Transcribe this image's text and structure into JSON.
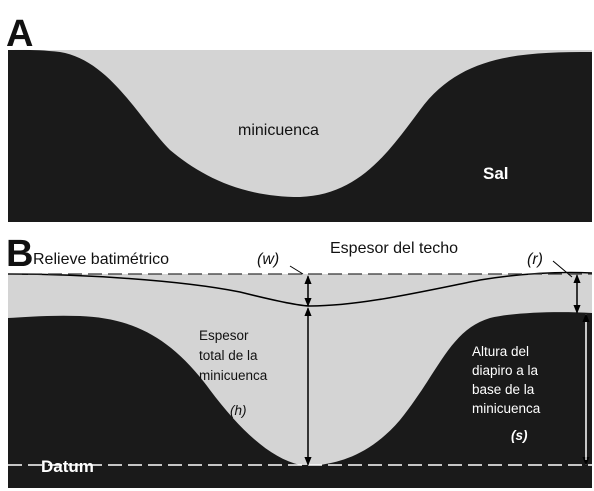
{
  "colors": {
    "salt": "#1a1a1a",
    "sediment": "#d4d4d4",
    "line": "#000000"
  },
  "panel_a": {
    "letter": "A",
    "minibasin_label": "minicuenca",
    "salt_label": "Sal"
  },
  "panel_b": {
    "letter": "B",
    "bathymetric_relief_label": "Relieve batimétrico",
    "w_symbol": "(w)",
    "roof_thickness_label": "Espesor del techo",
    "r_symbol": "(r)",
    "total_thickness_lines": [
      "Espesor",
      "total de la",
      "minicuenca"
    ],
    "h_symbol": "(h)",
    "diapir_height_lines": [
      "Altura del",
      "diapiro a la",
      "base de la",
      "minicuenca"
    ],
    "s_symbol": "(s)",
    "datum_label": "Datum"
  }
}
